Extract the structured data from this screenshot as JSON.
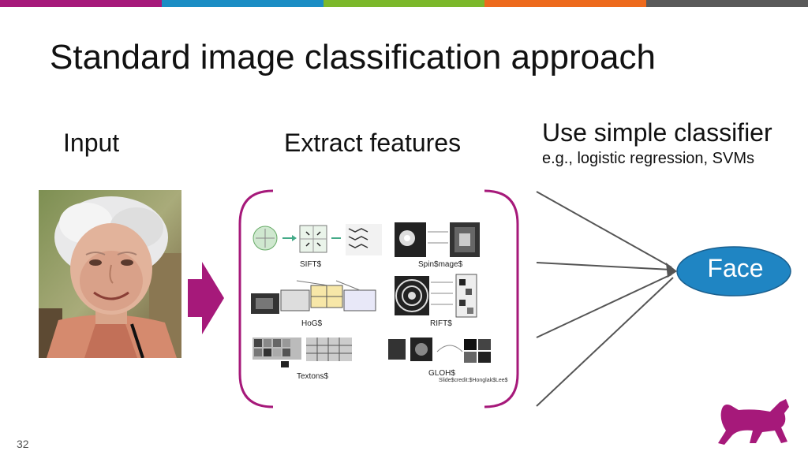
{
  "slide": {
    "title": "Standard image classification approach",
    "page_number": "32",
    "top_bar_colors": [
      "#a6197a",
      "#1b8dc4",
      "#7cb82b",
      "#ed6a1d",
      "#5a5a5a"
    ],
    "accent_color": "#a6197a",
    "ellipse_color": "#1f85c3"
  },
  "columns": {
    "input_label": "Input",
    "extract_label": "Extract features",
    "classifier_label": "Use simple classifier",
    "classifier_sub": "e.g., logistic regression, SVMs"
  },
  "features": {
    "sift": "SIFT$",
    "spin": "Spin$mage$",
    "hog": "HoG$",
    "rift": "RIFT$",
    "textons": "Textons$",
    "gloh": "GLOH$",
    "credit": "Slide$credit:$Honglak$Lee$"
  },
  "output": {
    "label": "Face"
  }
}
